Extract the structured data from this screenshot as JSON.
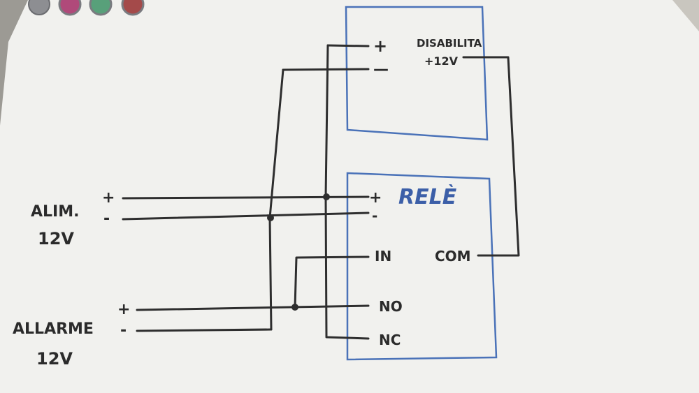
{
  "colors": {
    "board": "#f1f1ee",
    "ink": "#2e2e2e",
    "blue_ink": "#4a72b8"
  },
  "magnets": [
    "magnet-1",
    "magnet-2",
    "magnet-3",
    "magnet-4"
  ],
  "device_box": {
    "plus": "+",
    "minus": "—",
    "label_line1": "DISABILITA",
    "label_line2": "+12V"
  },
  "relay_box": {
    "title": "RELÈ",
    "plus": "+",
    "minus": "-",
    "in": "IN",
    "com": "COM",
    "no": "NO",
    "nc": "NC"
  },
  "supply": {
    "label_line1": "ALIM.",
    "label_line2": "12V",
    "plus": "+",
    "minus": "-"
  },
  "alarm": {
    "label_line1": "ALLARME",
    "label_line2": "12V",
    "plus": "+",
    "minus": "-"
  }
}
